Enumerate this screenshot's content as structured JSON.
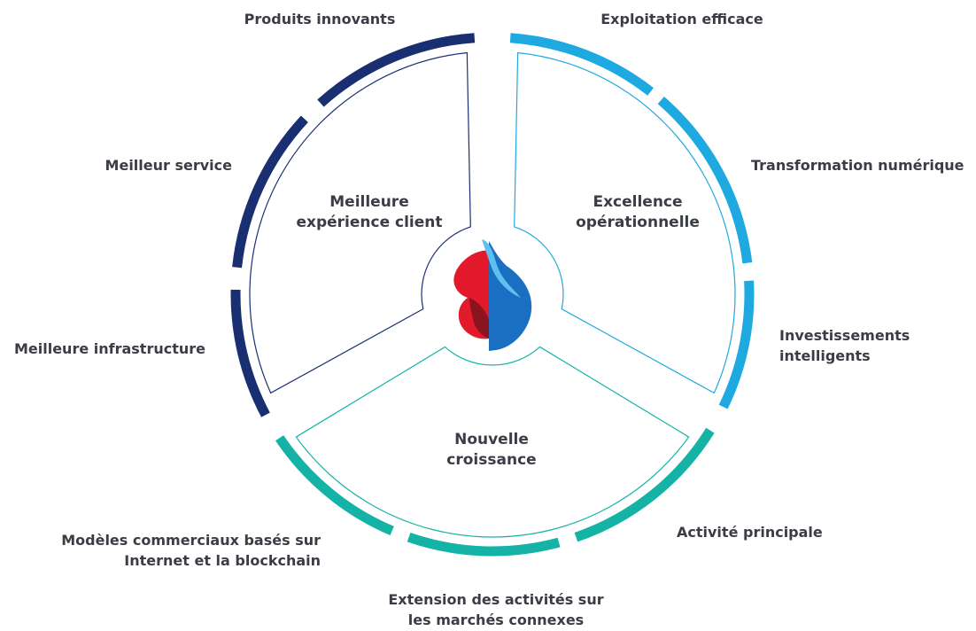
{
  "colors": {
    "navy": "#1a2f72",
    "sky": "#1fa9e1",
    "teal": "#14b3a6",
    "text": "#3a3d45",
    "logo_red": "#e21a2c",
    "logo_blue": "#1b6fc2"
  },
  "segments": {
    "customer": {
      "color": "#1a2f72",
      "title_lines": [
        "Meilleure",
        "expérience client"
      ]
    },
    "operations": {
      "color": "#1fa9e1",
      "title_lines": [
        "Excellence",
        "opérationnelle"
      ]
    },
    "growth": {
      "color": "#14b3a6",
      "title_lines": [
        "Nouvelle",
        "croissance"
      ]
    }
  },
  "outer_labels": {
    "produits_innovants": [
      "Produits innovants"
    ],
    "meilleur_service": [
      "Meilleur service"
    ],
    "meilleure_infrastructure": [
      "Meilleure infrastructure"
    ],
    "exploitation_efficace": [
      "Exploitation efficace"
    ],
    "transformation_numerique": [
      "Transformation numérique"
    ],
    "investissements_intelligents": [
      "Investissements",
      "intelligents"
    ],
    "activite_principale": [
      "Activité principale"
    ],
    "extension_activites": [
      "Extension des activités sur",
      "les marchés connexes"
    ],
    "modeles_commerciaux": [
      "Modèles commerciaux basés sur",
      "Internet et la blockchain"
    ]
  },
  "logo": {
    "icon": "swisscom-logo"
  }
}
